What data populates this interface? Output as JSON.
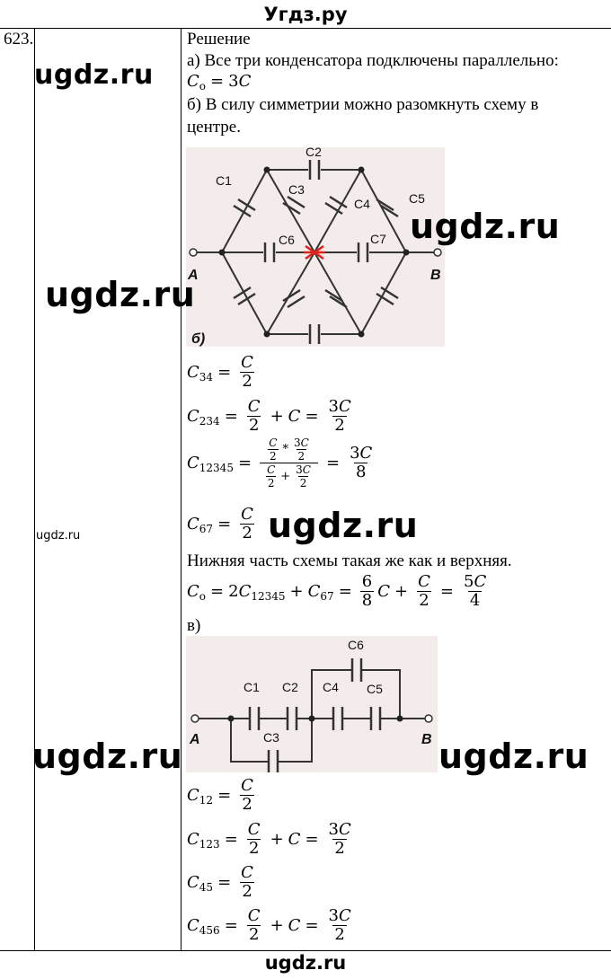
{
  "header": {
    "site_title": "Угдз.ру"
  },
  "footer": {
    "site_url": "ugdz.ru"
  },
  "problem": {
    "number": "623."
  },
  "solution": {
    "heading": "Решение",
    "part_a_line": "а) Все три конденсатора подключены параллельно:",
    "part_b_line1": "б) В силу симметрии можно разомкнуть схему в",
    "part_b_line2": "центре.",
    "lower_part_note": "Нижняя часть схемы такая же как и верхняя.",
    "part_c_label": "в)"
  },
  "diagram_b": {
    "labels": [
      "C1",
      "C2",
      "C3",
      "C4",
      "C5",
      "C6",
      "C7"
    ],
    "terminal_a": "A",
    "terminal_b": "B",
    "caption": "б)",
    "background": "#f4ecea",
    "cut_mark_color": "#e0201a"
  },
  "diagram_c": {
    "labels": [
      "C1",
      "C2",
      "C3",
      "C4",
      "C5",
      "C6"
    ],
    "terminal_a": "A",
    "terminal_b": "B",
    "background": "#f4ecea"
  },
  "watermarks": {
    "main": "ugdz.ru",
    "small": "ugdz.ru"
  }
}
